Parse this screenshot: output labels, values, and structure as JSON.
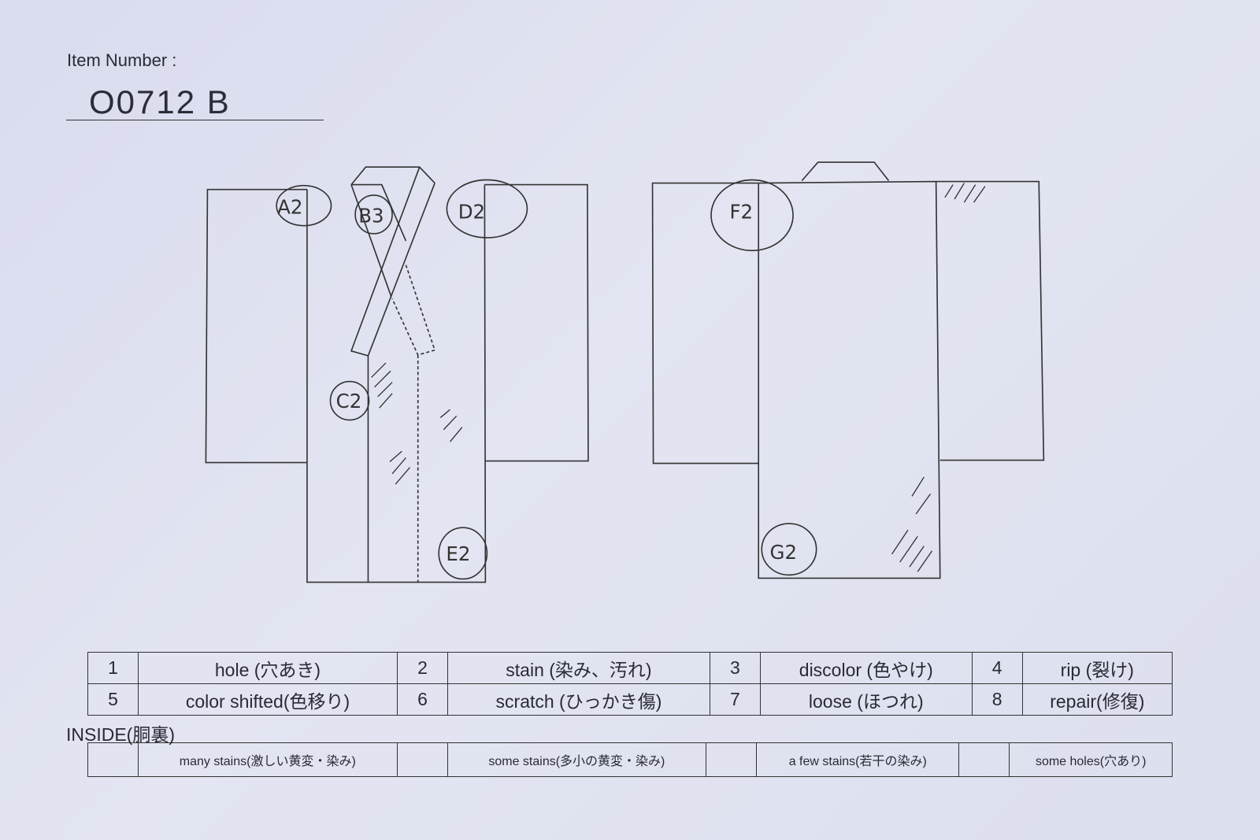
{
  "header": {
    "label": "Item Number :",
    "value": "O0712  B"
  },
  "front_marks": [
    {
      "label": "A2"
    },
    {
      "label": "B3"
    },
    {
      "label": "D2"
    },
    {
      "label": "C2"
    },
    {
      "label": "E2"
    }
  ],
  "back_marks": [
    {
      "label": "F2"
    },
    {
      "label": "G2"
    }
  ],
  "legend": {
    "rows": [
      [
        {
          "num": "1",
          "text": "hole (穴あき)"
        },
        {
          "num": "2",
          "text": "stain (染み、汚れ)"
        },
        {
          "num": "3",
          "text": "discolor (色やけ)"
        },
        {
          "num": "4",
          "text": "rip (裂け)"
        }
      ],
      [
        {
          "num": "5",
          "text": "color shifted(色移り)"
        },
        {
          "num": "6",
          "text": "scratch (ひっかき傷)"
        },
        {
          "num": "7",
          "text": "loose (ほつれ)"
        },
        {
          "num": "8",
          "text": "repair(修復)"
        }
      ]
    ]
  },
  "inside": {
    "title": "INSIDE(胴裏)",
    "options": [
      {
        "text": "many stains(激しい黄変・染み)"
      },
      {
        "text": "some stains(多小の黄変・染み)"
      },
      {
        "text": "a few stains(若干の染み)"
      },
      {
        "text": "some holes(穴あり)"
      }
    ]
  }
}
